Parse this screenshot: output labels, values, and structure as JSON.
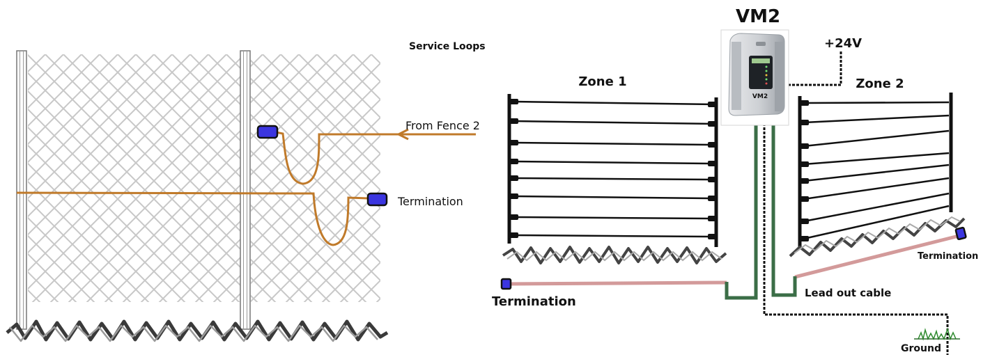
{
  "left": {
    "service_loops": "Service Loops",
    "from_fence": "From Fence 2",
    "termination": "Termination"
  },
  "right": {
    "title": "VM2",
    "power": "+24V",
    "zone1": "Zone 1",
    "zone2": "Zone 2",
    "termination_left": "Termination",
    "termination_right": "Termination",
    "lead_out": "Lead out cable",
    "ground": "Ground",
    "device_logo": "VM2"
  },
  "colors": {
    "sensor_cable": "#c07a2a",
    "lead_out": "#d39a9a",
    "green_cable": "#3b6e47",
    "terminator": "#3b35e0",
    "wire": "#111111",
    "mesh": "#c8c8c8"
  }
}
